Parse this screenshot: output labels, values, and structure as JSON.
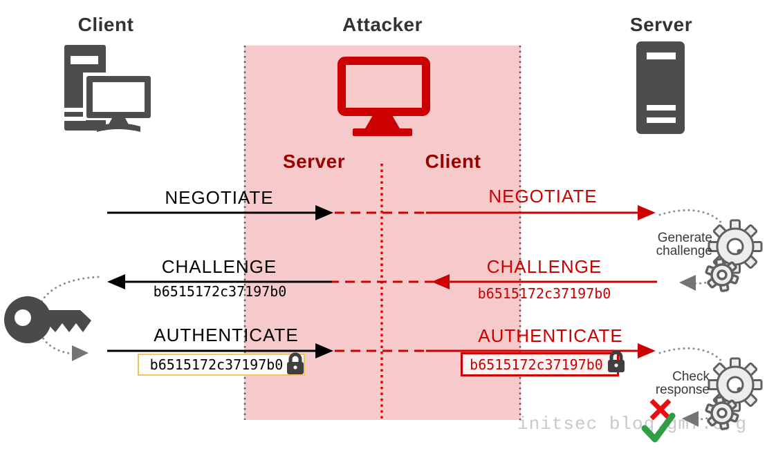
{
  "titles": {
    "client": "Client",
    "attacker": "Attacker",
    "server": "Server"
  },
  "attacker_band": {
    "left_role": "Server",
    "right_role": "Client"
  },
  "flows": {
    "negotiate_left": "NEGOTIATE",
    "negotiate_right": "NEGOTIATE",
    "challenge_left": "CHALLENGE",
    "challenge_left_value": "b6515172c37197b0",
    "challenge_right": "CHALLENGE",
    "challenge_right_value": "b6515172c37197b0",
    "authenticate_left": "AUTHENTICATE",
    "authenticate_left_value": "b6515172c37197b0",
    "authenticate_right": "AUTHENTICATE",
    "authenticate_right_value": "b6515172c37197b0"
  },
  "annotations": {
    "generate_challenge_line1": "Generate",
    "generate_challenge_line2": "challenge",
    "check_response_line1": "Check",
    "check_response_line2": "response"
  },
  "watermark": "initsec blog.gm7.org",
  "icons": {
    "client": "client-computer-icon",
    "attacker": "attacker-monitor-icon",
    "server": "server-tower-icon",
    "key": "key-icon",
    "lock": "lock-icon",
    "gears": "gears-icon",
    "fail": "x-mark-icon",
    "success": "check-mark-icon"
  },
  "colors": {
    "attacker_red": "#cc0000",
    "band_background": "#f6caca",
    "dark_red_label": "#990000",
    "machine_gray": "#4d4d4d",
    "highlight_gold": "#f0c55d",
    "success_green": "#2f9e44",
    "error_red": "#ea0f0f"
  }
}
